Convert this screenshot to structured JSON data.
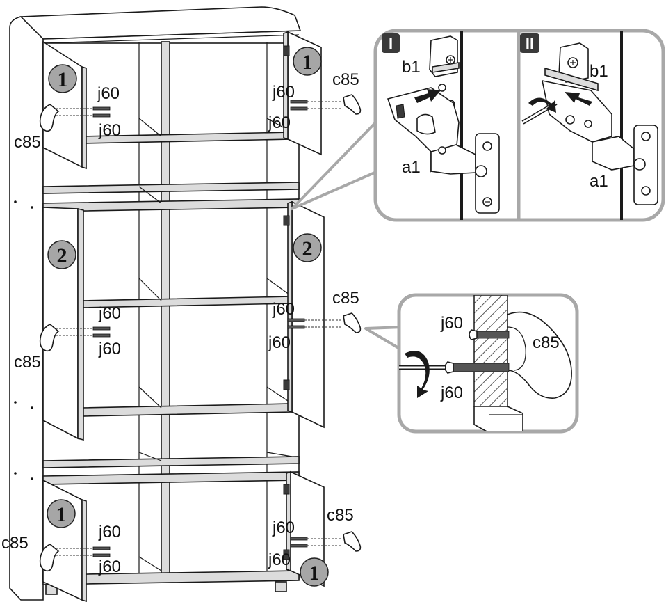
{
  "door_badges": [
    "1",
    "2",
    "1"
  ],
  "inset_labels": [
    "I",
    "II"
  ],
  "parts": {
    "screw": "j60",
    "handle": "c85",
    "hinge_cup": "a1",
    "mount_plate": "b1"
  },
  "colors": {
    "line": "#1a1a1a",
    "badge_fill": "#a6a6a6",
    "callout_border": "#a8a8a8",
    "hatch": "#555555"
  },
  "icons": [
    "screwdriver-icon",
    "rotation-arrow-icon",
    "push-arrow-icon",
    "handle-icon",
    "hinge-icon"
  ]
}
